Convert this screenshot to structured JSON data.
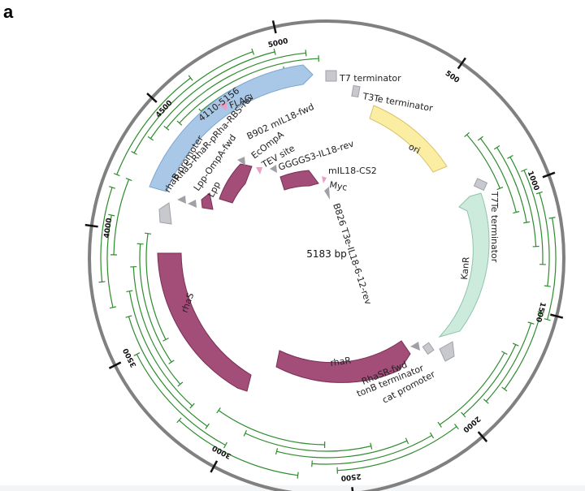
{
  "panel_letter": "a",
  "plasmid_size": "5183 bp",
  "ticks": [
    "500",
    "1000",
    "1500",
    "2000",
    "2500",
    "3000",
    "3500",
    "4000",
    "4500",
    "5000"
  ],
  "features": {
    "t7_terminator": "T7 terminator",
    "t3te_terminator": "T3Te terminator",
    "ori": "ori",
    "t7te_terminator": "T7Te terminator",
    "kanr": "KanR",
    "region": "4110-5156",
    "flag": "FLAG",
    "rhas_rhar_rev": "RhaS-RhaR-pRha-RBS-rev",
    "rhab_promoter": "rhaB promoter",
    "lpp_ompa_fwd": "Lpp-OmpA-fwd",
    "lpp": "Lpp",
    "b902": "B902 mIL18-fwd",
    "ecompa": "EcOmpA",
    "tev": "TEV site",
    "ggggs3": "GGGGS3-IL18-rev",
    "mil18cs2": "mIL18-CS2",
    "myc": "Myc",
    "b826": "B826 T3e-IL18-6-12-rev",
    "rhas": "rhaS",
    "rhar": "rhaR",
    "rhasr_fwd": "RhaSR-fwd",
    "tonb": "tonB terminator",
    "cat": "cat promoter"
  },
  "colors": {
    "backbone": "#808080",
    "region": "#a9c8e8",
    "ori": "#fbeea3",
    "kanr": "#cdebdd",
    "cds": "#a34d79",
    "misc": "#c8c9ce",
    "flag": "#e8a0c6",
    "primer": "#2e8b2e"
  }
}
